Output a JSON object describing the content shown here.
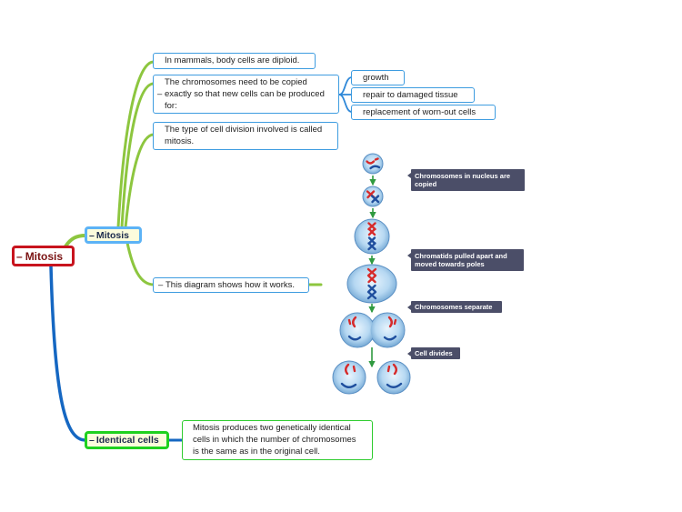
{
  "colors": {
    "root-border": "#c8141e",
    "root-text": "#7a1212",
    "mitosis-border": "#5cb3f6",
    "identical-border": "#1fd11f",
    "node-fill": "#fcfcdc",
    "node-text": "#1c2b4d",
    "branch-green": "#8dc63f",
    "branch-blue": "#1567c2",
    "box-border": "#3e9ce0",
    "box-green-border": "#2fcc2f",
    "label-fill": "#4b4e68",
    "chromosome-red": "#d62b2b",
    "chromosome-blue": "#1f4f9e",
    "arrow-green": "#2f9a40"
  },
  "icons": {
    "toggle": "collapse-icon"
  },
  "root": {
    "toggle": "–",
    "label": "Mitosis"
  },
  "mitosis": {
    "toggle": "–",
    "label": "Mitosis",
    "notes": {
      "diploid": "In mammals, body cells are diploid.",
      "copy": {
        "toggle": "–",
        "text": "The chromosomes need to be copied exactly so that new cells can be produced for:",
        "reasons": [
          "growth",
          "repair to damaged tissue",
          "replacement of worn-out cells"
        ]
      },
      "division": "The type of cell division involved is called mitosis.",
      "diagram": {
        "toggle": "–",
        "text": "This diagram shows how it works.",
        "labels": [
          "Chromosomes in nucleus are copied",
          "Chromatids pulled apart and moved towards poles",
          "Chromosomes separate",
          "Cell divides"
        ]
      }
    }
  },
  "identical_cells": {
    "toggle": "–",
    "label": "Identical cells",
    "note": "Mitosis produces two genetically identical cells in which the number of chromosomes is the same as in the original cell."
  }
}
